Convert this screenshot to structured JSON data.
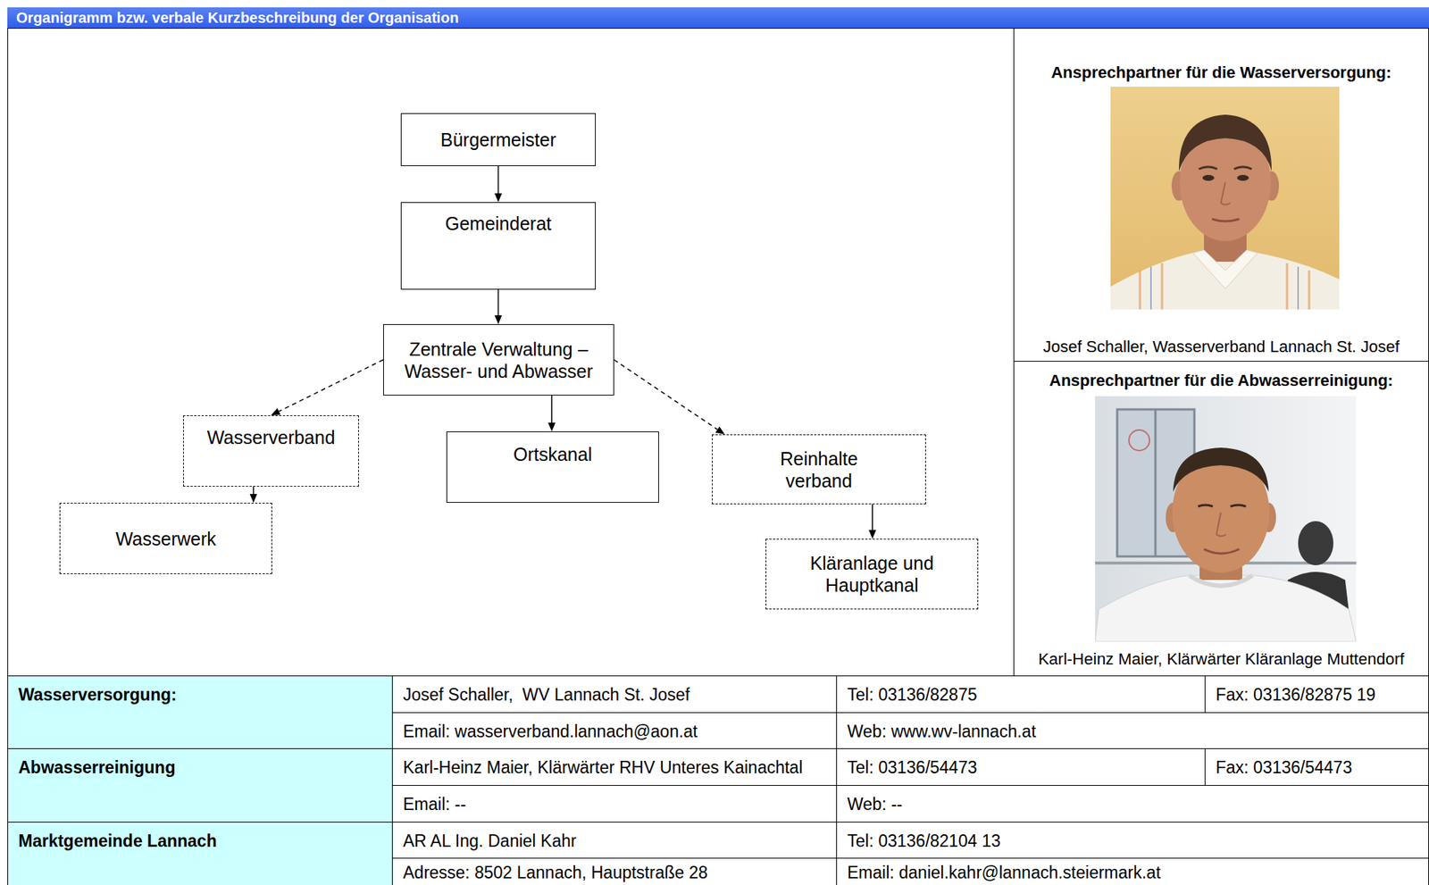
{
  "diagram": {
    "title": "Organigramm bzw. verbale Kurzbeschreibung der Organisation",
    "nodes": [
      {
        "text": [
          "Bürgermeister"
        ]
      },
      {
        "text": [
          "Gemeinderat"
        ]
      },
      {
        "text": [
          "Zentrale Verwaltung – Wasser- und Abwasser"
        ]
      },
      {
        "text": [
          "Wasserverband"
        ]
      },
      {
        "text": [
          "Ortskanal"
        ]
      },
      {
        "text": [
          "Reinhalte verband"
        ]
      },
      {
        "text": [
          "Wasserwerk"
        ]
      },
      {
        "text": [
          "Kläranlage und Hauptkanal"
        ]
      }
    ],
    "edges": [
      {
        "from": 0,
        "to": 1,
        "arrow": "to"
      },
      {
        "from": 1,
        "to": 2,
        "arrow": "to"
      },
      {
        "from": 2,
        "to": 3,
        "arrow": "to"
      },
      {
        "from": 2,
        "to": 4,
        "arrow": "to"
      },
      {
        "from": 2,
        "to": 5,
        "arrow": "to"
      },
      {
        "from": 3,
        "to": 6,
        "arrow": "to"
      },
      {
        "from": 5,
        "to": 7,
        "arrow": "to"
      }
    ],
    "labels": [
      "Ansprechpartner für die Wasserversorgung:",
      "Josef Schaller, Wasserverband Lannach St. Josef",
      "Ansprechpartner für die Abwasserreinigung:",
      "Karl-Heinz Maier, Klärwärter Kläranlage Muttendorf",
      "Wasserversorgung:",
      "Josef Schaller,  WV Lannach St. Josef",
      "Tel: 03136/82875",
      "Fax: 03136/82875 19",
      "Email: wasserverband.lannach@aon.at",
      "Web: www.wv-lannach.at",
      "Abwasserreinigung",
      "Karl-Heinz Maier, Klärwärter RHV Unteres Kainachtal",
      "Tel: 03136/54473",
      "Fax: 03136/54473",
      "Email: --",
      "Web: --",
      "Marktgemeinde Lannach",
      "AR AL Ing. Daniel Kahr",
      "Tel: 03136/82104 13",
      "Adresse: 8502 Lannach, Hauptstraße 28",
      "Email: daniel.kahr@lannach.steiermark.at"
    ]
  }
}
